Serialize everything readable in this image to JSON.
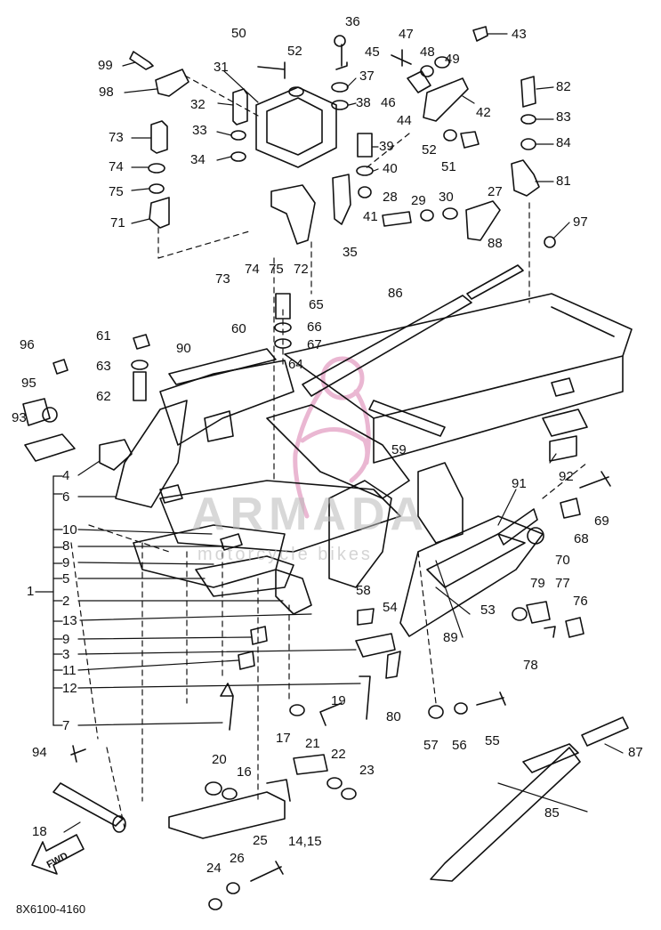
{
  "diagram_code": "8X6100-4160",
  "watermark": {
    "brand": "ARMADA",
    "subtitle": "motorcycle bikes"
  },
  "fwd_label": "FWD",
  "colors": {
    "line": "#111111",
    "watermark_pink": "#e6a6c8",
    "watermark_gray": "#b9b9b9"
  },
  "part_labels": {
    "p1": "1",
    "p2": "2",
    "p3": "3",
    "p4": "4",
    "p5": "5",
    "p6": "6",
    "p7": "7",
    "p8": "8",
    "p9a": "9",
    "p9b": "9",
    "p10": "10",
    "p11": "11",
    "p12": "12",
    "p13": "13",
    "p14_15": "14,15",
    "p16": "16",
    "p17": "17",
    "p18": "18",
    "p19": "19",
    "p20": "20",
    "p21": "21",
    "p22": "22",
    "p23": "23",
    "p24": "24",
    "p25": "25",
    "p26": "26",
    "p27": "27",
    "p28": "28",
    "p29": "29",
    "p30": "30",
    "p31": "31",
    "p32": "32",
    "p33": "33",
    "p34": "34",
    "p35": "35",
    "p36": "36",
    "p37": "37",
    "p38": "38",
    "p39": "39",
    "p40": "40",
    "p41": "41",
    "p42": "42",
    "p43": "43",
    "p44": "44",
    "p45": "45",
    "p46": "46",
    "p47": "47",
    "p48": "48",
    "p49": "49",
    "p50": "50",
    "p51": "51",
    "p52a": "52",
    "p52b": "52",
    "p53": "53",
    "p54": "54",
    "p55": "55",
    "p56": "56",
    "p57": "57",
    "p58": "58",
    "p59": "59",
    "p60": "60",
    "p61": "61",
    "p62": "62",
    "p63": "63",
    "p64": "64",
    "p65": "65",
    "p66": "66",
    "p67": "67",
    "p68": "68",
    "p69": "69",
    "p70": "70",
    "p71": "71",
    "p72": "72",
    "p73a": "73",
    "p73b": "73",
    "p74a": "74",
    "p74b": "74",
    "p75a": "75",
    "p75b": "75",
    "p76": "76",
    "p77": "77",
    "p78": "78",
    "p79": "79",
    "p80": "80",
    "p81": "81",
    "p82": "82",
    "p83": "83",
    "p84": "84",
    "p85": "85",
    "p86": "86",
    "p87": "87",
    "p88": "88",
    "p89": "89",
    "p90": "90",
    "p91": "91",
    "p92": "92",
    "p93": "93",
    "p94": "94",
    "p95": "95",
    "p96": "96",
    "p97": "97",
    "p98": "98",
    "p99": "99"
  }
}
